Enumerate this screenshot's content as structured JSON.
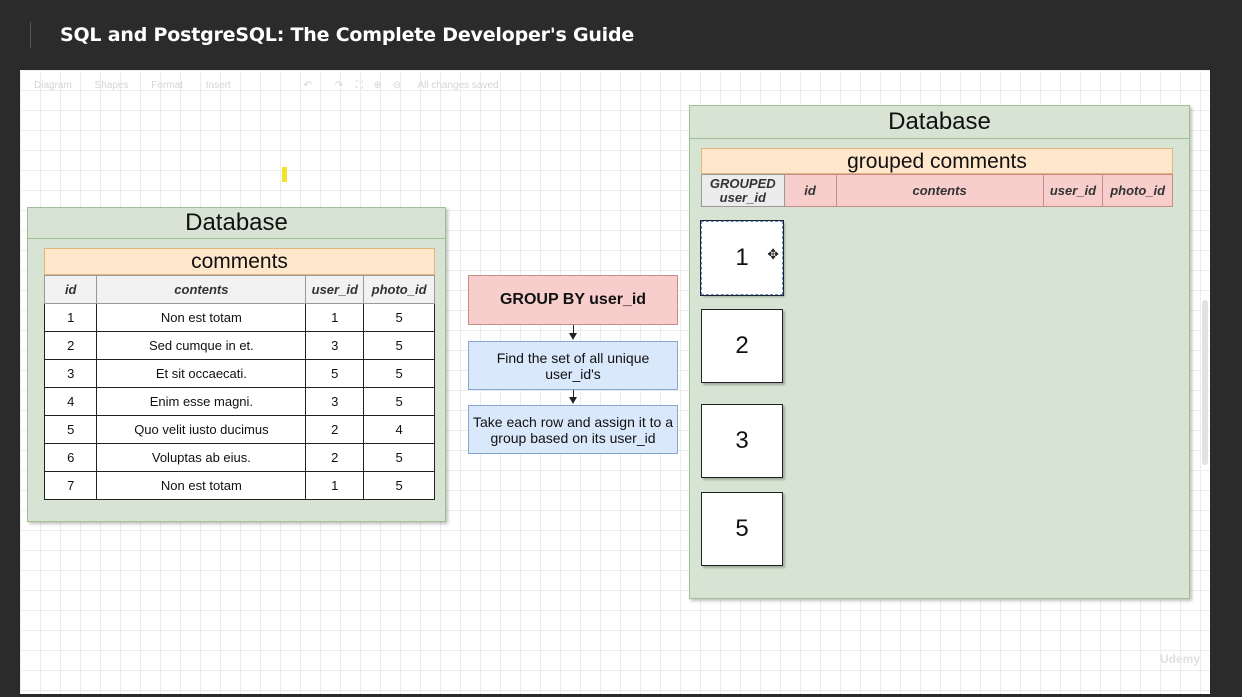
{
  "header": {
    "title": "SQL and PostgreSQL: The Complete Developer's Guide"
  },
  "toolbar": {
    "diagram": "Diagram",
    "shapes": "Shapes",
    "format": "Format",
    "insert": "Insert",
    "status": "All changes saved"
  },
  "watermark": "Udemy",
  "left_db": {
    "title": "Database",
    "table_name": "comments",
    "columns": [
      "id",
      "contents",
      "user_id",
      "photo_id"
    ],
    "rows": [
      [
        "1",
        "Non est totam",
        "1",
        "5"
      ],
      [
        "2",
        "Sed cumque in et.",
        "3",
        "5"
      ],
      [
        "3",
        "Et sit occaecati.",
        "5",
        "5"
      ],
      [
        "4",
        "Enim esse magni.",
        "3",
        "5"
      ],
      [
        "5",
        "Quo velit iusto ducimus",
        "2",
        "4"
      ],
      [
        "6",
        "Voluptas ab eius.",
        "2",
        "5"
      ],
      [
        "7",
        "Non est totam",
        "1",
        "5"
      ]
    ]
  },
  "flow": {
    "step1": "GROUP BY user_id",
    "step2": "Find the set of all unique user_id's",
    "step3": "Take each row and assign it to a group based on its user_id"
  },
  "right_db": {
    "title": "Database",
    "table_name": "grouped comments",
    "grouped_col_1": "GROUPED",
    "grouped_col_2": "user_id",
    "columns": [
      "id",
      "contents",
      "user_id",
      "photo_id"
    ],
    "groups": [
      "1",
      "2",
      "3",
      "5"
    ]
  },
  "colors": {
    "db_fill": "#d7e4d3",
    "table_title_fill": "#ffe7cc",
    "red_box": "#f8cecc",
    "blue_box": "#dae8fc"
  }
}
